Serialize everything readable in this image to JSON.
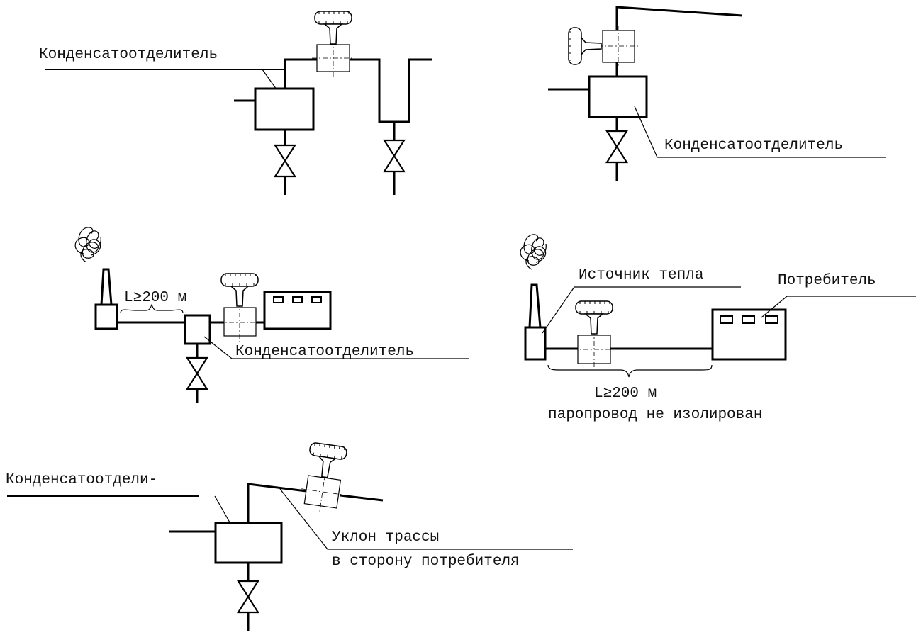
{
  "labels": {
    "separator_top_left": "Конденсатоотделитель",
    "separator_top_right": "Конденсатоотделитель",
    "distance_mid_left": "L≥200 м",
    "separator_mid_left": "Конденсатоотделитель",
    "heat_source": "Источник тепла",
    "consumer": "Потребитель",
    "distance_mid_right": "L≥200 м",
    "pipe_not_insulated": "паропровод не изолирован",
    "separator_bottom": "Конденсатоотдели-",
    "slope_line1": "Уклон трассы",
    "slope_line2": "в сторону потребителя"
  },
  "colors": {
    "line": "#000000",
    "background": "#ffffff"
  }
}
